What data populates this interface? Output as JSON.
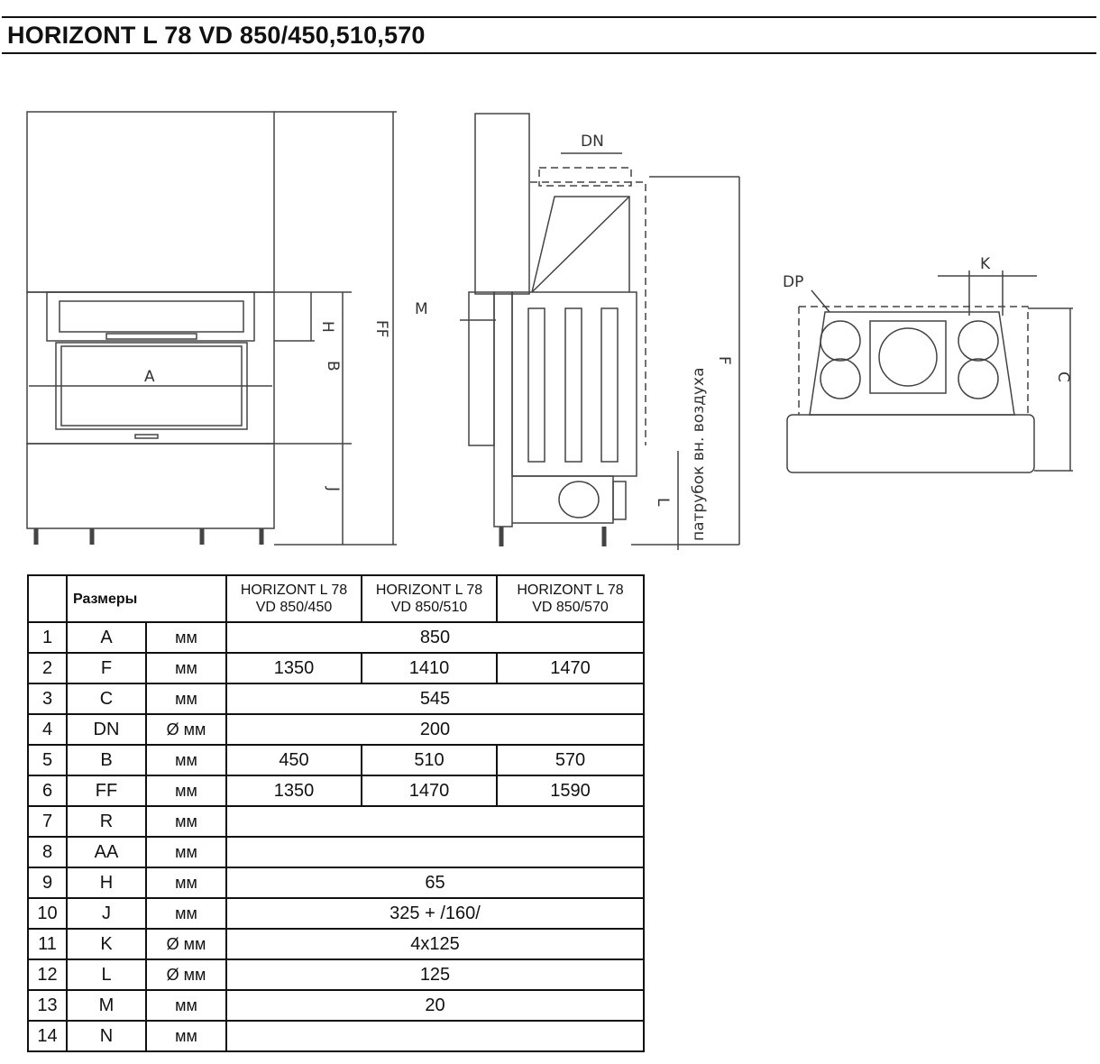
{
  "title": "HORIZONT L 78 VD 850/450,510,570",
  "drawing_labels": {
    "A": "A",
    "H": "H",
    "B": "B",
    "J": "J",
    "FF": "FF",
    "M": "M",
    "DN": "DN",
    "F": "F",
    "L": "L",
    "air_inlet": "патрубок вн. воздуха",
    "DP": "DP",
    "K": "K",
    "C": "C"
  },
  "table": {
    "header": {
      "label": "Размеры",
      "models": [
        "HORIZONT L 78",
        "HORIZONT L 78",
        "HORIZONT L 78"
      ],
      "variants": [
        "VD 850/450",
        "VD 850/510",
        "VD 850/570"
      ]
    },
    "rows": [
      {
        "n": "1",
        "name": "A",
        "unit": "мм",
        "values": [
          "850"
        ]
      },
      {
        "n": "2",
        "name": "F",
        "unit": "мм",
        "values": [
          "1350",
          "1410",
          "1470"
        ]
      },
      {
        "n": "3",
        "name": "C",
        "unit": "мм",
        "values": [
          "545"
        ]
      },
      {
        "n": "4",
        "name": "DN",
        "unit": "Ø мм",
        "values": [
          "200"
        ]
      },
      {
        "n": "5",
        "name": "B",
        "unit": "мм",
        "values": [
          "450",
          "510",
          "570"
        ]
      },
      {
        "n": "6",
        "name": "FF",
        "unit": "мм",
        "values": [
          "1350",
          "1470",
          "1590"
        ]
      },
      {
        "n": "7",
        "name": "R",
        "unit": "мм",
        "values": [
          ""
        ]
      },
      {
        "n": "8",
        "name": "AA",
        "unit": "мм",
        "values": [
          ""
        ]
      },
      {
        "n": "9",
        "name": "H",
        "unit": "мм",
        "values": [
          "65"
        ]
      },
      {
        "n": "10",
        "name": "J",
        "unit": "мм",
        "values": [
          "325 + /160/"
        ]
      },
      {
        "n": "11",
        "name": "K",
        "unit": "Ø мм",
        "values": [
          "4x125"
        ]
      },
      {
        "n": "12",
        "name": "L",
        "unit": "Ø мм",
        "values": [
          "125"
        ]
      },
      {
        "n": "13",
        "name": "M",
        "unit": "мм",
        "values": [
          "20"
        ]
      },
      {
        "n": "14",
        "name": "N",
        "unit": "мм",
        "values": [
          ""
        ]
      }
    ]
  }
}
